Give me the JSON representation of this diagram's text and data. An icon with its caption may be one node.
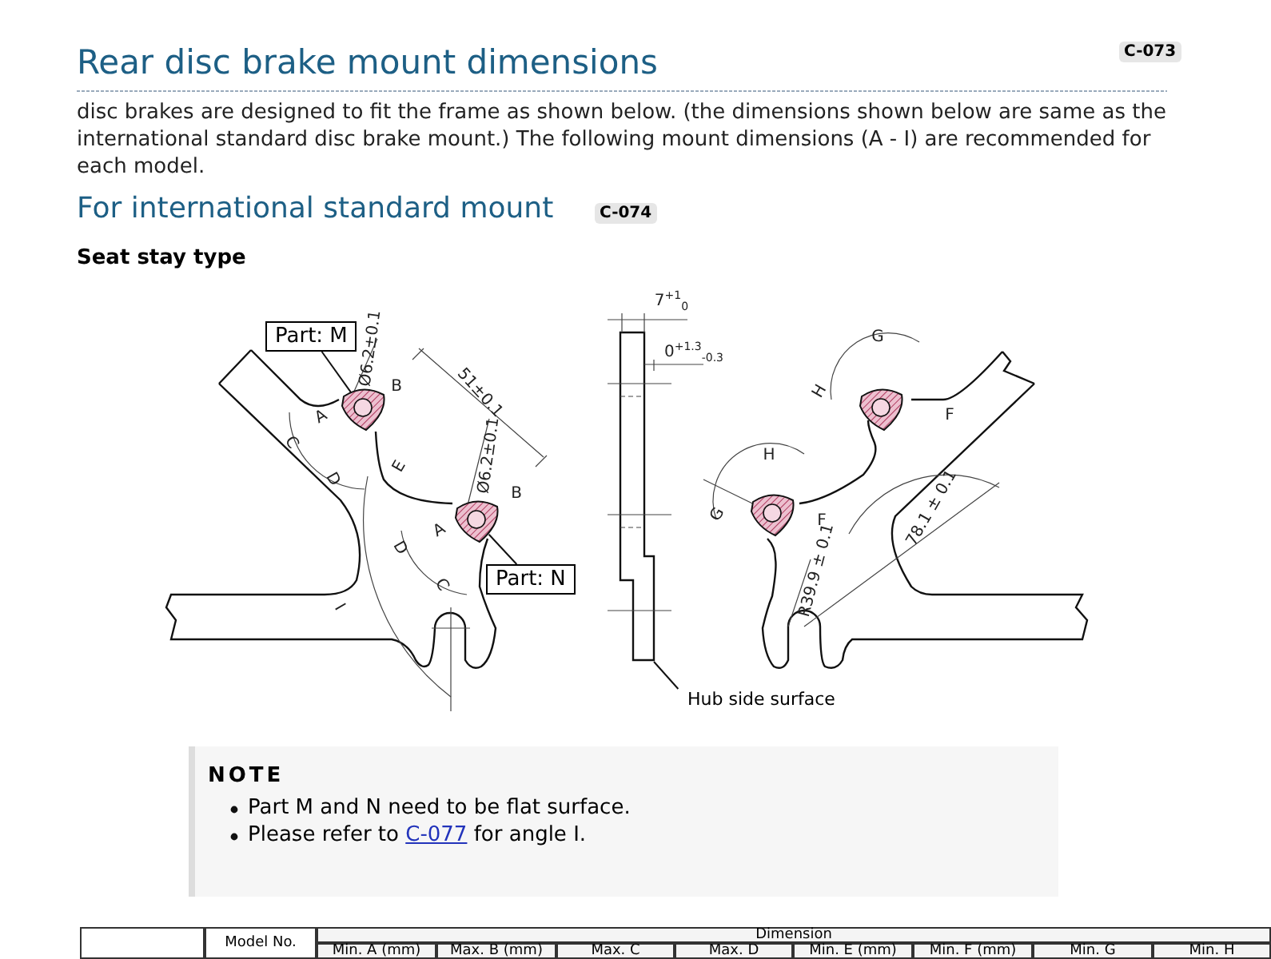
{
  "diagram": {
    "title": "Rear disc brake mount dimensions",
    "nodes": [
      {
        "text": [
          "Part: M"
        ]
      },
      {
        "text": [],
        "shape": "circle"
      },
      {
        "text": [
          "Part: N"
        ]
      },
      {
        "text": [],
        "shape": "circle"
      },
      {
        "text": [
          "Hub side surface"
        ]
      },
      {
        "text": [],
        "shape": "circle"
      },
      {
        "text": [],
        "shape": "circle"
      }
    ],
    "edges": [
      {
        "from": 0,
        "to": 1,
        "arrow": "none"
      },
      {
        "from": 2,
        "to": 3,
        "arrow": "none"
      },
      {
        "from": 4,
        "to": null,
        "arrow": "none"
      }
    ],
    "labels": [
      "C-073",
      "disc brakes are designed to fit the frame as shown below. (the dimensions shown below are same as the international standard disc brake mount.) The following mount dimensions (A - I) are recommended for each model.",
      "For international standard mount",
      "C-074",
      "Seat stay type",
      "Ø6.2±0.1",
      "51±0.1",
      "B",
      "A",
      "C",
      "E",
      "D",
      "Ø6.2±0.1",
      "B",
      "A",
      "D",
      "C",
      "I",
      "7$^{+1}$$_{0}$",
      "0$^{+1.3}$$_{-0.3}$",
      "G",
      "H",
      "F",
      "H",
      "G",
      "F",
      "78.1 ± 0.1",
      "R39.9 ± 0.1",
      "NOTE",
      "Part M and N need to be flat surface.",
      "Please refer to",
      "C-077",
      "for angle I.",
      "Model No.",
      "Dimension",
      "Min. A (mm)",
      "Max. B (mm)",
      "Max. C",
      "Max. D",
      "Min. E (mm)",
      "Min. F (mm)",
      "Min. G",
      "Min. H"
    ]
  }
}
